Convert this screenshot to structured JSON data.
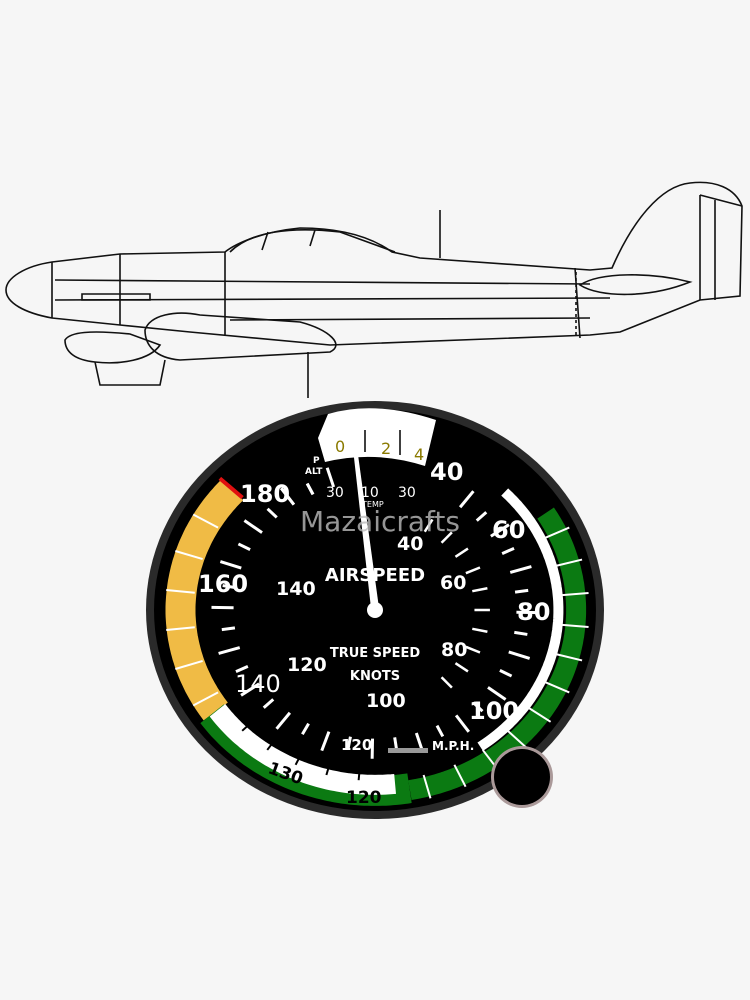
{
  "watermark": "Mazaicrafts",
  "gauge": {
    "title": "AIRSPEED",
    "subtitle_1": "TRUE SPEED",
    "subtitle_2": "KNOTS",
    "unit": "M.P.H.",
    "p_alt_1": "P",
    "p_alt_2": "ALT",
    "temp": "TEMP",
    "mph_labels": [
      "180",
      "160",
      "140",
      "40",
      "60",
      "80",
      "100"
    ],
    "knots_labels": [
      "140",
      "120",
      "100",
      "120",
      "40",
      "60",
      "80"
    ],
    "true_speed_band_labels": [
      "130",
      "120"
    ],
    "altitude_window_labels": [
      "0",
      "2",
      "4"
    ],
    "temp_labels": [
      "30",
      "10",
      "30"
    ],
    "colors": {
      "face": "#000000",
      "caution_arc": "#f0bb45",
      "normal_arc": "#0b7a12",
      "flap_arc": "#ffffff",
      "redline": "#e01010",
      "bezel": "#2a2a2a"
    }
  }
}
